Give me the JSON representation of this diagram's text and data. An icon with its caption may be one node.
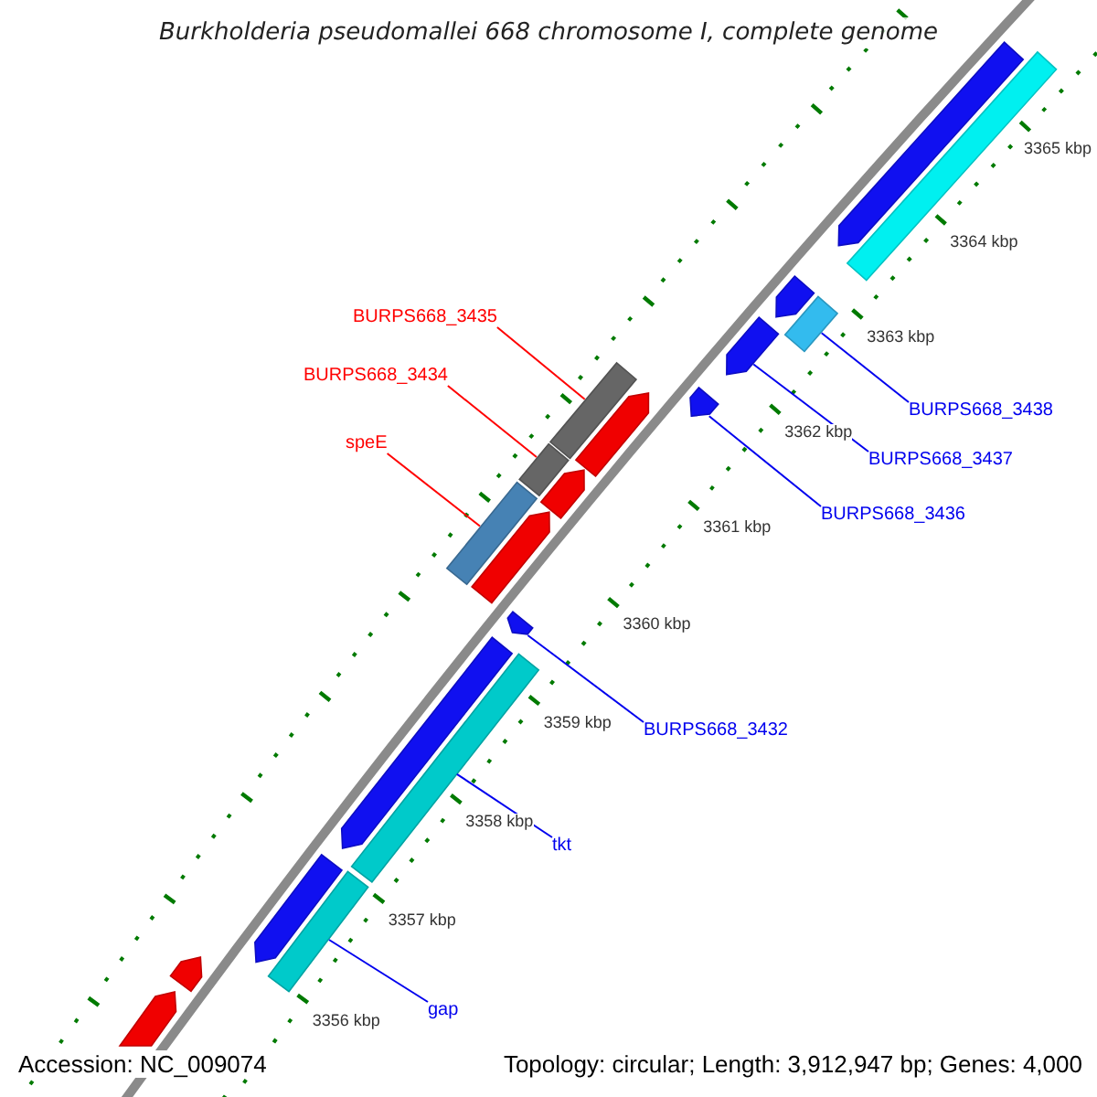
{
  "diagram": {
    "title": "Burkholderia pseudomallei 668 chromosome I, complete genome",
    "nodes": [
      {
        "text": [
          "BURPS668_3435"
        ]
      },
      {
        "text": [
          "BURPS668_3434"
        ]
      },
      {
        "text": [
          "speE"
        ]
      },
      {
        "text": [
          "BURPS668_3438"
        ]
      },
      {
        "text": [
          "BURPS668_3437"
        ]
      },
      {
        "text": [
          "BURPS668_3436"
        ]
      },
      {
        "text": [
          "BURPS668_3432"
        ]
      },
      {
        "text": [
          "tkt"
        ]
      },
      {
        "text": [
          "gap"
        ]
      },
      {
        "text": [],
        "shape": "pentagon"
      },
      {
        "text": [],
        "shape": "bar"
      },
      {
        "text": [],
        "shape": "pentagon"
      },
      {
        "text": [],
        "shape": "bar"
      },
      {
        "text": [],
        "shape": "pentagon"
      },
      {
        "text": [],
        "shape": "bar"
      },
      {
        "text": [],
        "shape": "pentagon"
      },
      {
        "text": [],
        "shape": "pentagon"
      },
      {
        "text": [],
        "shape": "bar"
      },
      {
        "text": [],
        "shape": "pentagon"
      },
      {
        "text": [],
        "shape": "bar"
      },
      {
        "text": [],
        "shape": "pentagon"
      },
      {
        "text": [],
        "shape": "pentagon"
      },
      {
        "text": [],
        "shape": "pentagon"
      },
      {
        "text": [],
        "shape": "bar"
      },
      {
        "text": [],
        "shape": "pentagon"
      },
      {
        "text": [],
        "shape": "bar"
      },
      {
        "text": [],
        "shape": "pentagon"
      },
      {
        "text": [],
        "shape": "pentagon"
      }
    ],
    "edges": [
      {
        "from": 0,
        "to": 14,
        "arrow": "none",
        "color": "#ff0000"
      },
      {
        "from": 1,
        "to": 17,
        "arrow": "none",
        "color": "#ff0000"
      },
      {
        "from": 2,
        "to": 19,
        "arrow": "none",
        "color": "#ff0000"
      },
      {
        "from": 3,
        "to": 12,
        "arrow": "none"
      },
      {
        "from": 4,
        "to": 13,
        "arrow": "none"
      },
      {
        "from": 5,
        "to": 15,
        "arrow": "none"
      },
      {
        "from": 6,
        "to": 21,
        "arrow": "none"
      },
      {
        "from": 7,
        "to": 23,
        "arrow": "none"
      },
      {
        "from": 8,
        "to": 25,
        "arrow": "none"
      }
    ],
    "labels": [
      "3365 kbp",
      "3364 kbp",
      "3363 kbp",
      "3362 kbp",
      "3361 kbp",
      "3360 kbp",
      "3359 kbp",
      "3358 kbp",
      "3357 kbp",
      "3356 kbp",
      "Accession: NC_009074",
      "Topology: circular; Length: 3,912,947 bp; Genes: 4,000"
    ]
  }
}
